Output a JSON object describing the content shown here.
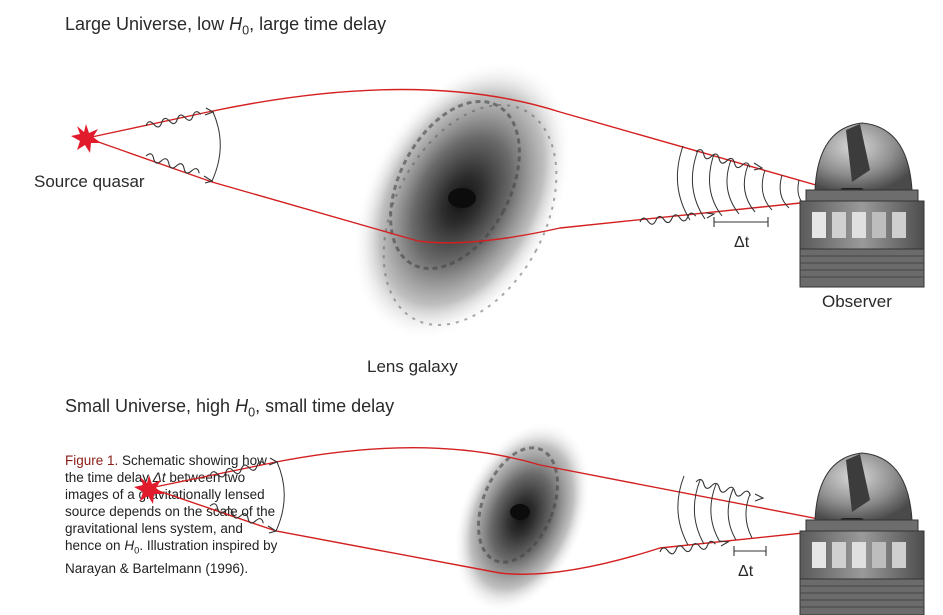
{
  "panels": [
    {
      "title_prefix": "Large Universe, low ",
      "title_symbol": "H",
      "title_sub": "0",
      "title_suffix": ", large time delay",
      "delta_t_symbol": "Δt"
    },
    {
      "title_prefix": "Small Universe, high ",
      "title_symbol": "H",
      "title_sub": "0",
      "title_suffix": ", small time delay",
      "delta_t_symbol": "Δt"
    }
  ],
  "labels": {
    "source": "Source quasar",
    "lens": "Lens galaxy",
    "observer": "Observer"
  },
  "caption": {
    "figure_label": "Figure 1.",
    "text_1": " Schematic showing how the time delay ",
    "symbol_dt": "Δt",
    "text_2": " between two images of a gravitationally lensed source depends on the scale of the gravitational lens system, and hence on ",
    "symbol_h": "H",
    "symbol_h_sub": "0",
    "text_3": ". Illustration inspired by Narayan & Bartelmann (1996)."
  },
  "colors": {
    "ray": "#d42020",
    "star": "#e21b2c",
    "wave": "#333333",
    "galaxy": "#3a3a3a"
  }
}
